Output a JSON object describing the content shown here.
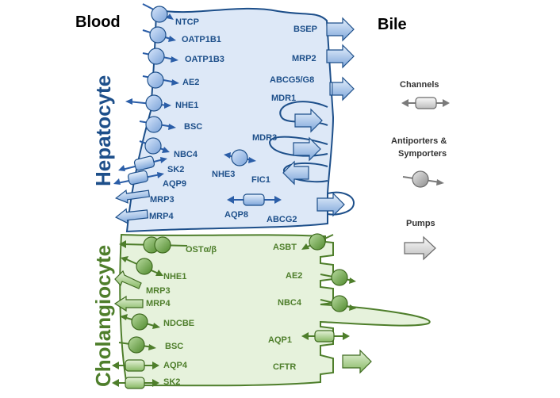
{
  "header": {
    "left": "Blood",
    "right": "Bile"
  },
  "cells": {
    "hepatocyte": {
      "name": "Hepatocyte",
      "color": "#1d4f8a",
      "fill": "#dde8f7",
      "blood_side": [
        "NTCP",
        "OATP1B1",
        "OATP1B3",
        "AE2",
        "NHE1",
        "BSC",
        "NBC4",
        "SK2",
        "AQP9",
        "MRP3",
        "MRP4"
      ],
      "bile_side": [
        "BSEP",
        "MRP2",
        "ABCG5/G8",
        "MDR1",
        "MDR3",
        "NHE3",
        "FIC1",
        "AQP8",
        "ABCG2"
      ]
    },
    "cholangiocyte": {
      "name": "Cholangiocyte",
      "color": "#4e7e2b",
      "fill": "#e6f2dc",
      "blood_side": [
        "OSTα/β",
        "NHE1",
        "MRP3",
        "MRP4",
        "NDCBE",
        "BSC",
        "AQP4",
        "SK2"
      ],
      "bile_side": [
        "ASBT",
        "AE2",
        "NBC4",
        "AQP1",
        "CFTR"
      ]
    }
  },
  "legend": [
    {
      "label": "Channels",
      "icon": "channel-icon"
    },
    {
      "label": "Antiporters &",
      "label2": "Symporters",
      "icon": "antiporter-icon"
    },
    {
      "label": "Pumps",
      "icon": "pump-icon"
    }
  ]
}
